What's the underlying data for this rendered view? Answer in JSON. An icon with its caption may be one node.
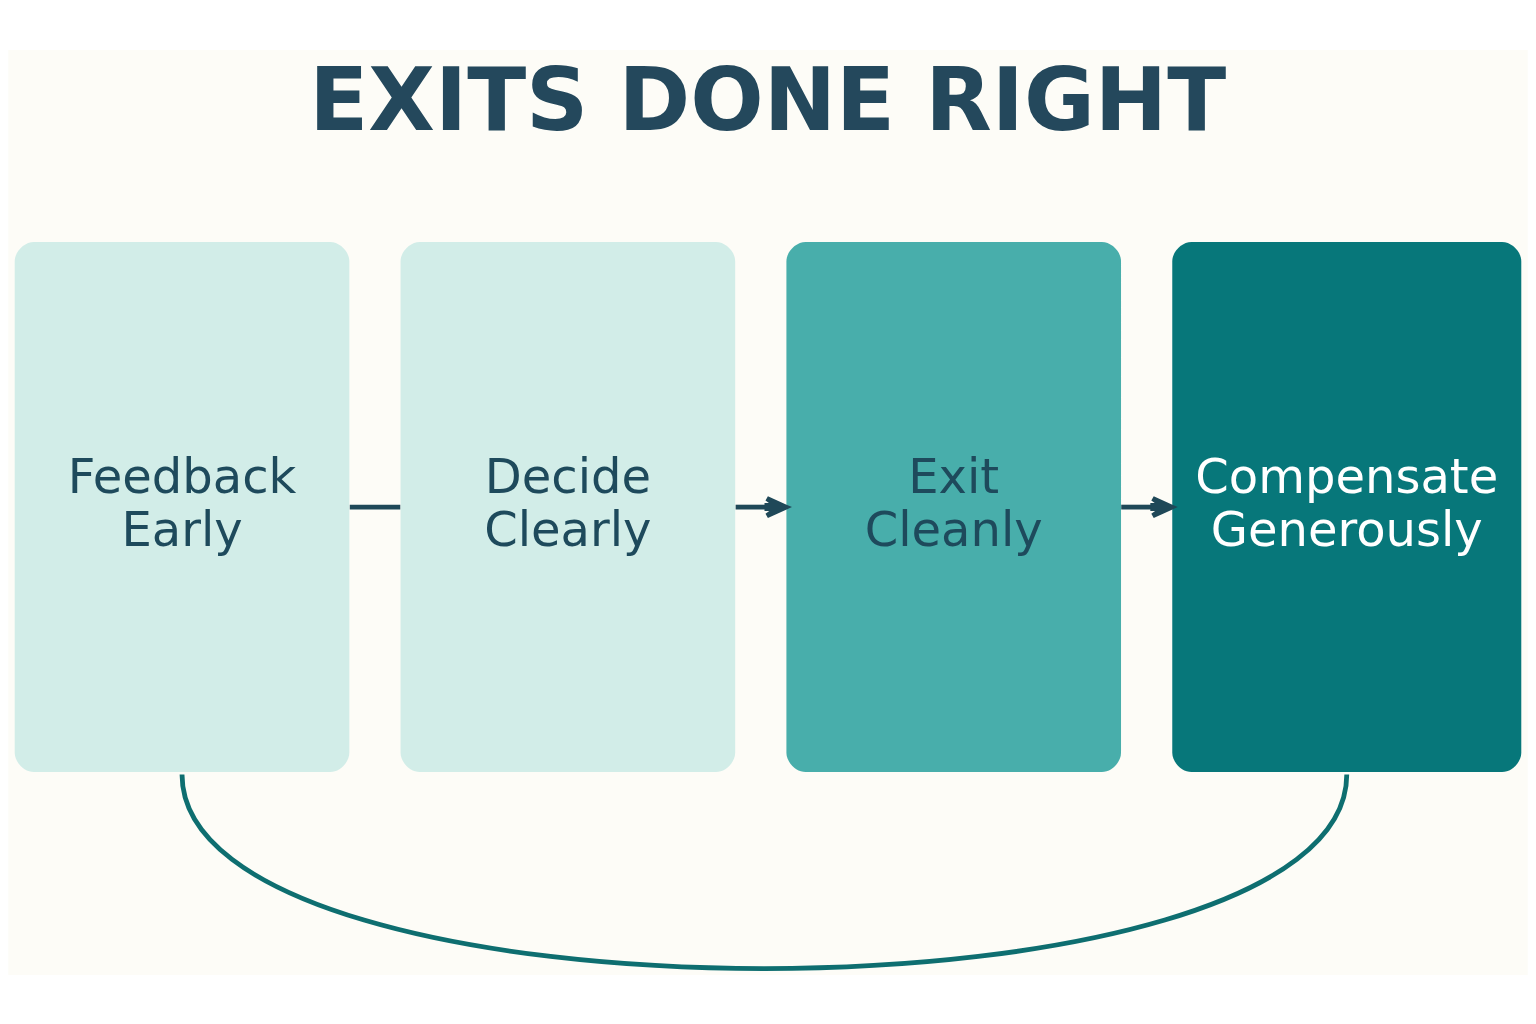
{
  "diagram": {
    "title": "EXITS DONE RIGHT",
    "nodes": [
      {
        "text": [
          "Feedback Early"
        ]
      },
      {
        "text": [
          "Decide Clearly"
        ]
      },
      {
        "text": [
          "Exit Cleanly"
        ]
      },
      {
        "text": [
          "Compensate Generously"
        ]
      }
    ],
    "edges": [
      {
        "from": 0,
        "to": 1,
        "arrow": "none"
      },
      {
        "from": 1,
        "to": 2,
        "arrow": "to"
      },
      {
        "from": 2,
        "to": 3,
        "arrow": "to"
      },
      {
        "from": 0,
        "to": 3,
        "arrow": "none",
        "color": "#0e6e70"
      }
    ]
  }
}
